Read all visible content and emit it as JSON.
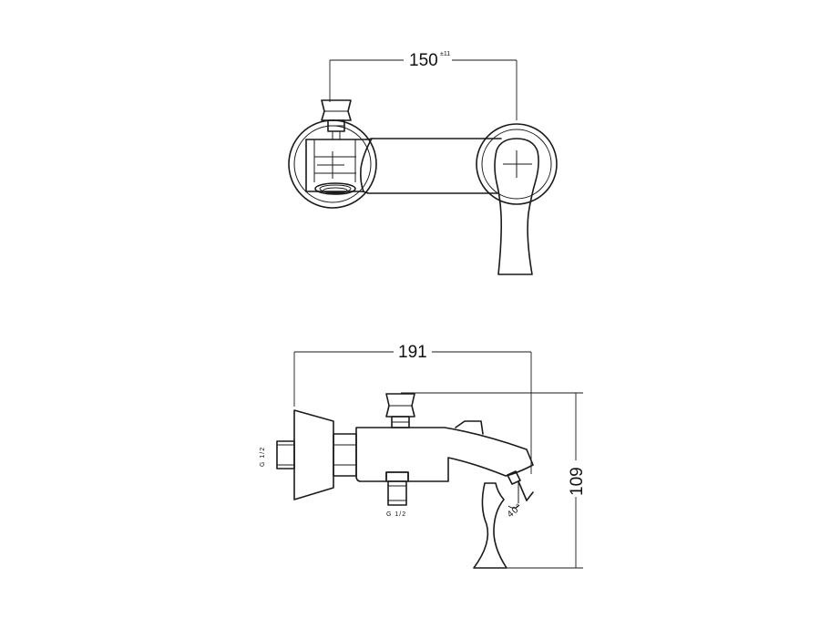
{
  "top_view": {
    "width_dim": "150",
    "width_tolerance": "±11"
  },
  "side_view": {
    "length_dim": "191",
    "height_dim": "109",
    "inlet_thread": "G 1/2",
    "outlet_thread": "G 1/2",
    "spout_angle": "40°"
  }
}
